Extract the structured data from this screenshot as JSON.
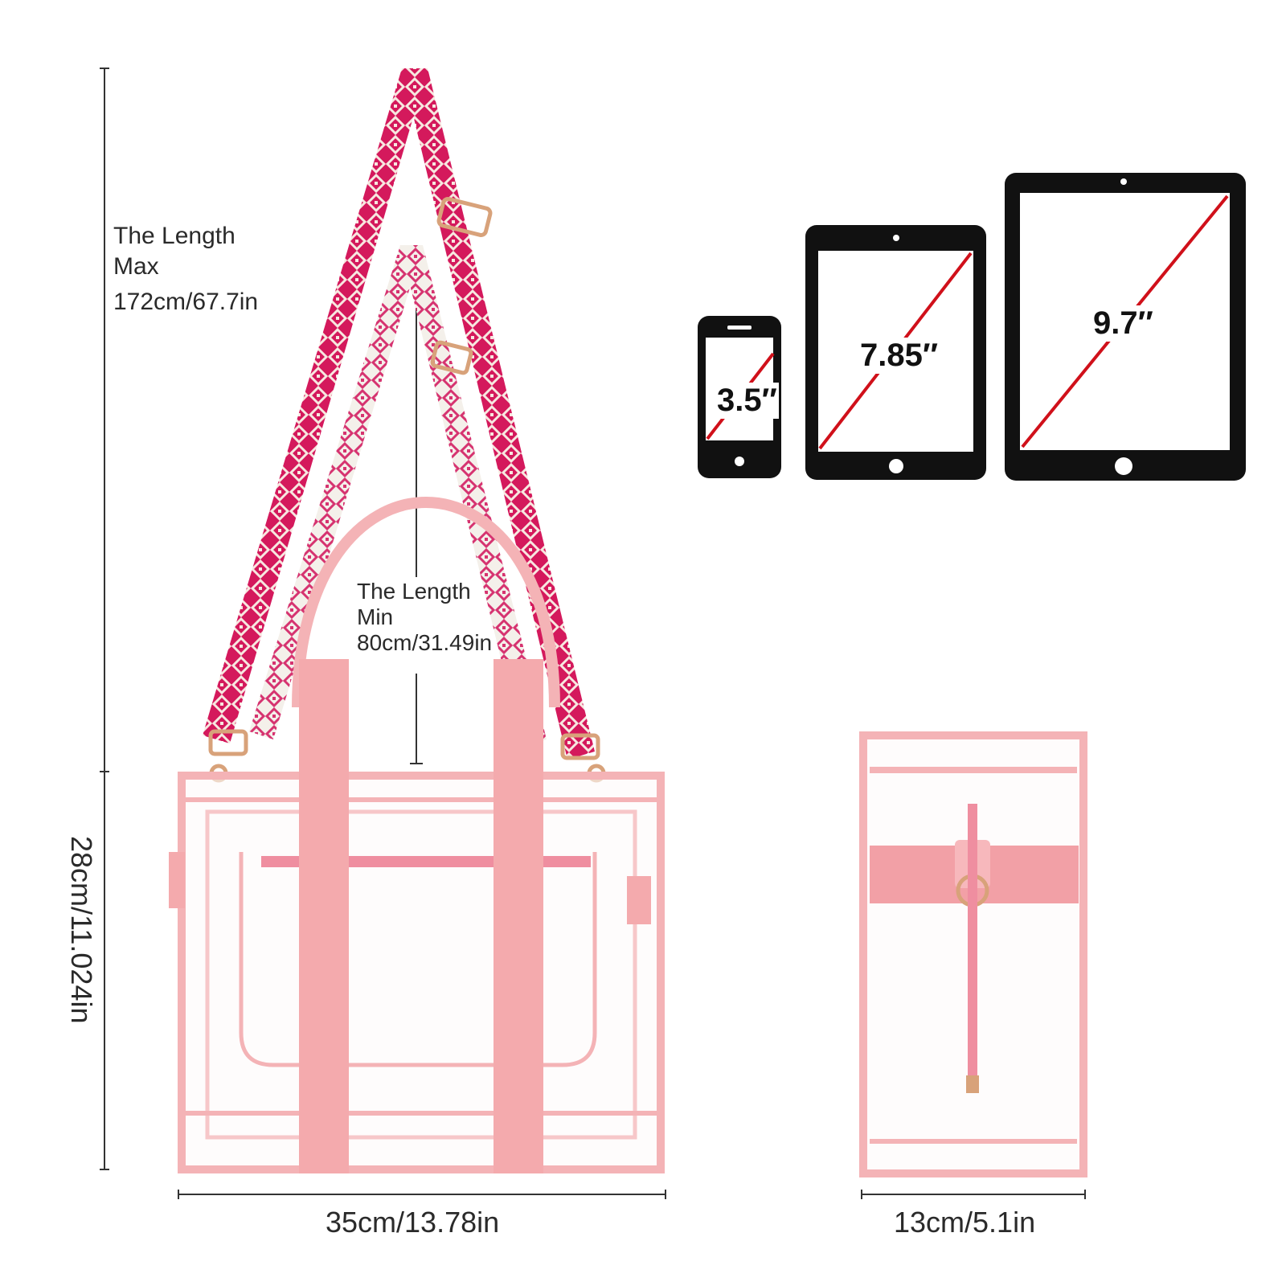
{
  "strap_max": {
    "line1": "The Length",
    "line2": "Max",
    "value": "172cm/67.7in"
  },
  "strap_min": {
    "line1": "The Length",
    "line2": "Min",
    "value": "80cm/31.49in"
  },
  "height_dim": "28cm/11.024in",
  "width_dim": "35cm/13.78in",
  "depth_dim": "13cm/5.1in",
  "devices": [
    {
      "name": "phone-icon",
      "size": "3.5″"
    },
    {
      "name": "tablet-small-icon",
      "size": "7.85″"
    },
    {
      "name": "tablet-large-icon",
      "size": "9.7″"
    }
  ],
  "colors": {
    "bag_trim": "#f4b3b6",
    "strap_magenta": "#d4195c",
    "diagonal_red": "#d0101a",
    "device_black": "#111111"
  }
}
